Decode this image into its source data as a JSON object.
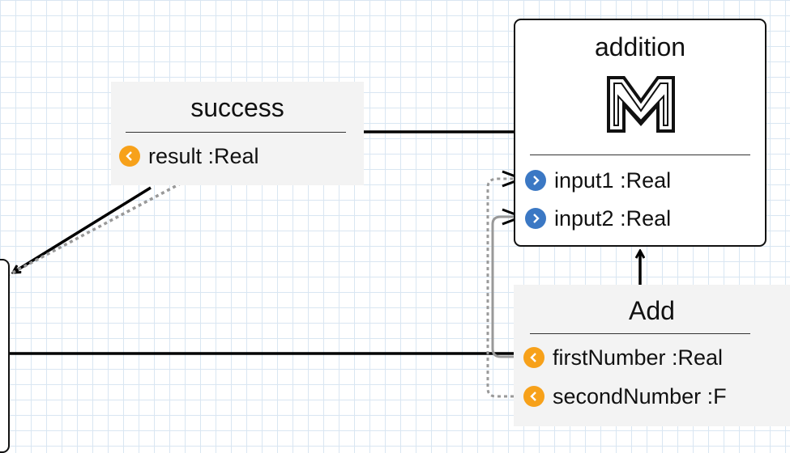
{
  "nodes": {
    "success": {
      "title": "success",
      "ports": [
        {
          "label": "result :Real",
          "kind": "output"
        }
      ]
    },
    "addition": {
      "title": "addition",
      "icon": "module-m-icon",
      "ports": [
        {
          "label": "input1 :Real",
          "kind": "input"
        },
        {
          "label": "input2 :Real",
          "kind": "input"
        }
      ]
    },
    "add": {
      "title": "Add",
      "ports": [
        {
          "label": "firstNumber :Real",
          "kind": "output"
        },
        {
          "label": "secondNumber :F",
          "kind": "output"
        }
      ]
    }
  },
  "colors": {
    "output_port": "#f7a11a",
    "input_port": "#3b78c4",
    "grid": "#d9e6f2",
    "node_fill": "#f3f3f3",
    "edge": "#000000",
    "dotted_edge": "#999999"
  }
}
